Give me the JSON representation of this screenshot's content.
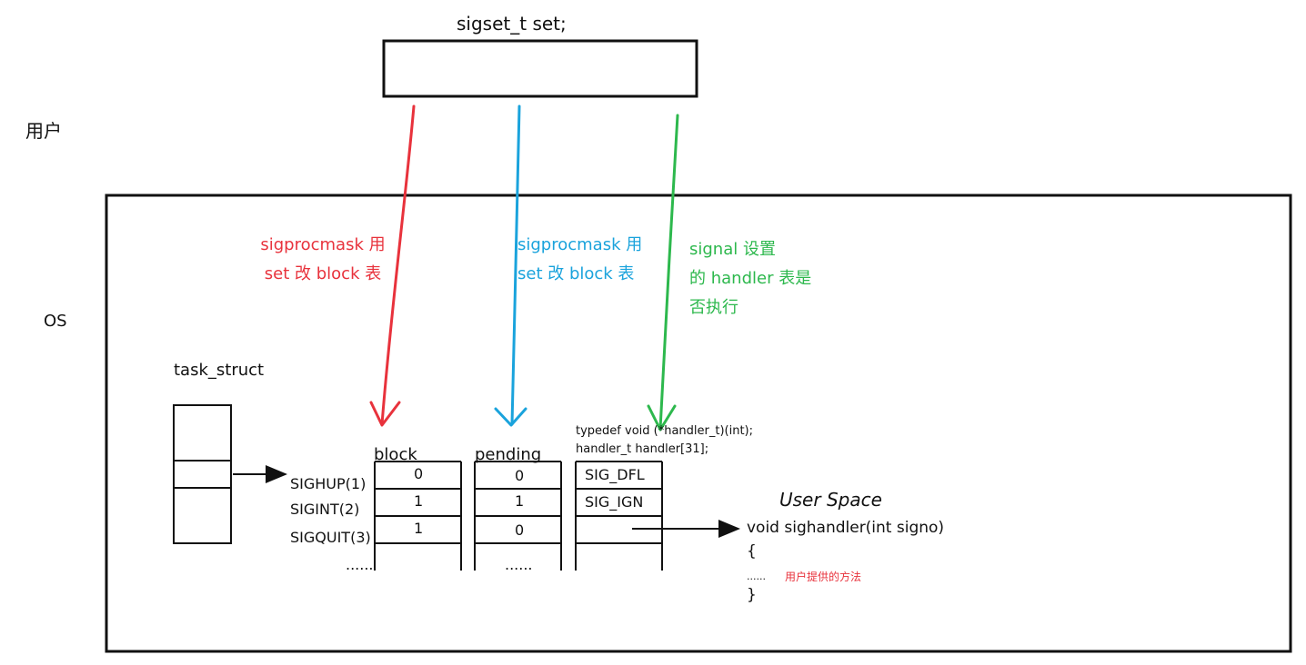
{
  "user_set": {
    "title": "sigset_t set;"
  },
  "regions": {
    "user": "用户",
    "os": "OS"
  },
  "task_struct": {
    "label": "task_struct"
  },
  "arrows": {
    "red": {
      "color": "#e8323c",
      "lines": [
        "sigprocmask 用",
        "set 改 block 表"
      ]
    },
    "blue": {
      "color": "#1aa3dc",
      "lines": [
        "sigprocmask 用",
        "set 改 block 表"
      ]
    },
    "green": {
      "color": "#2db84d",
      "lines": [
        "signal 设置",
        "的 handler 表是",
        "否执行"
      ]
    }
  },
  "typedef": {
    "line1": "typedef void (*handler_t)(int);",
    "line2": "handler_t handler[31];"
  },
  "tables": {
    "block_header": "block",
    "pending_header": "pending",
    "rows": [
      {
        "signal": "SIGHUP(1)",
        "block": "0",
        "pending": "0",
        "handler": "SIG_DFL"
      },
      {
        "signal": "SIGINT(2)",
        "block": "1",
        "pending": "1",
        "handler": "SIG_IGN"
      },
      {
        "signal": "SIGQUIT(3)",
        "block": "1",
        "pending": "0",
        "handler": ""
      }
    ],
    "ellipsis": "......"
  },
  "user_space": {
    "title": "User Space",
    "sig": "void sighandler(int signo)",
    "open": "{",
    "body_dots": "......",
    "body_note": "用户提供的方法",
    "close": "}"
  }
}
